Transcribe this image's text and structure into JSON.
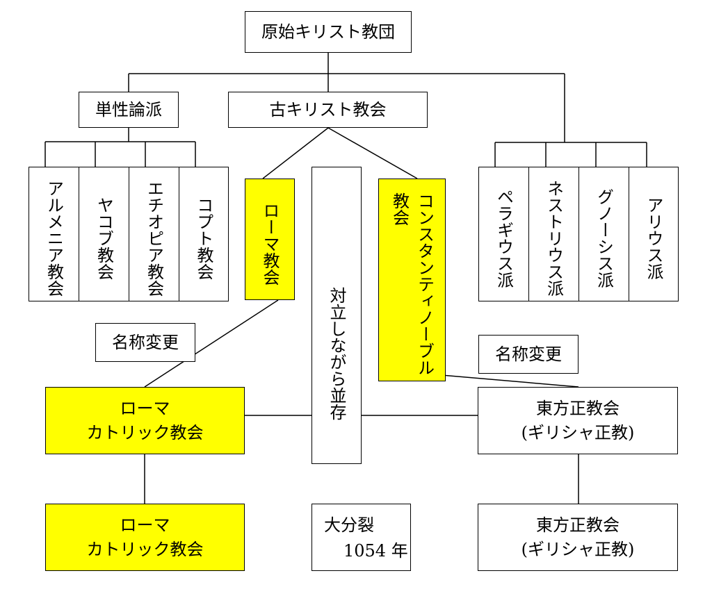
{
  "nodes": {
    "root": "原始キリスト教団",
    "monophysite": "単性論派",
    "ancient": "古キリスト教会",
    "armenian": "アルメニア教会",
    "jacobite": "ヤコブ教会",
    "ethiopian": "エチオピア教会",
    "coptic": "コプト教会",
    "rome": "ローマ教会",
    "coexist": "対立しながら並存",
    "constantinople": "コンスタンティノーブル\n教会",
    "pelagian": "ペラギウス派",
    "nestorian": "ネストリウス派",
    "gnostic": "グノーシス派",
    "arian": "アリウス派",
    "rename_left": "名称変更",
    "rename_right": "名称変更",
    "catholic_1": "ローマ\nカトリック教会",
    "orthodox_1": "東方正教会\n(ギリシャ正教)",
    "catholic_2": "ローマ\nカトリック教会",
    "orthodox_2": "東方正教会\n(ギリシャ正教)"
  },
  "schism": {
    "label": "大分裂",
    "year": "1054 年"
  },
  "colors": {
    "highlight": "#ffff00",
    "line": "#000000"
  }
}
